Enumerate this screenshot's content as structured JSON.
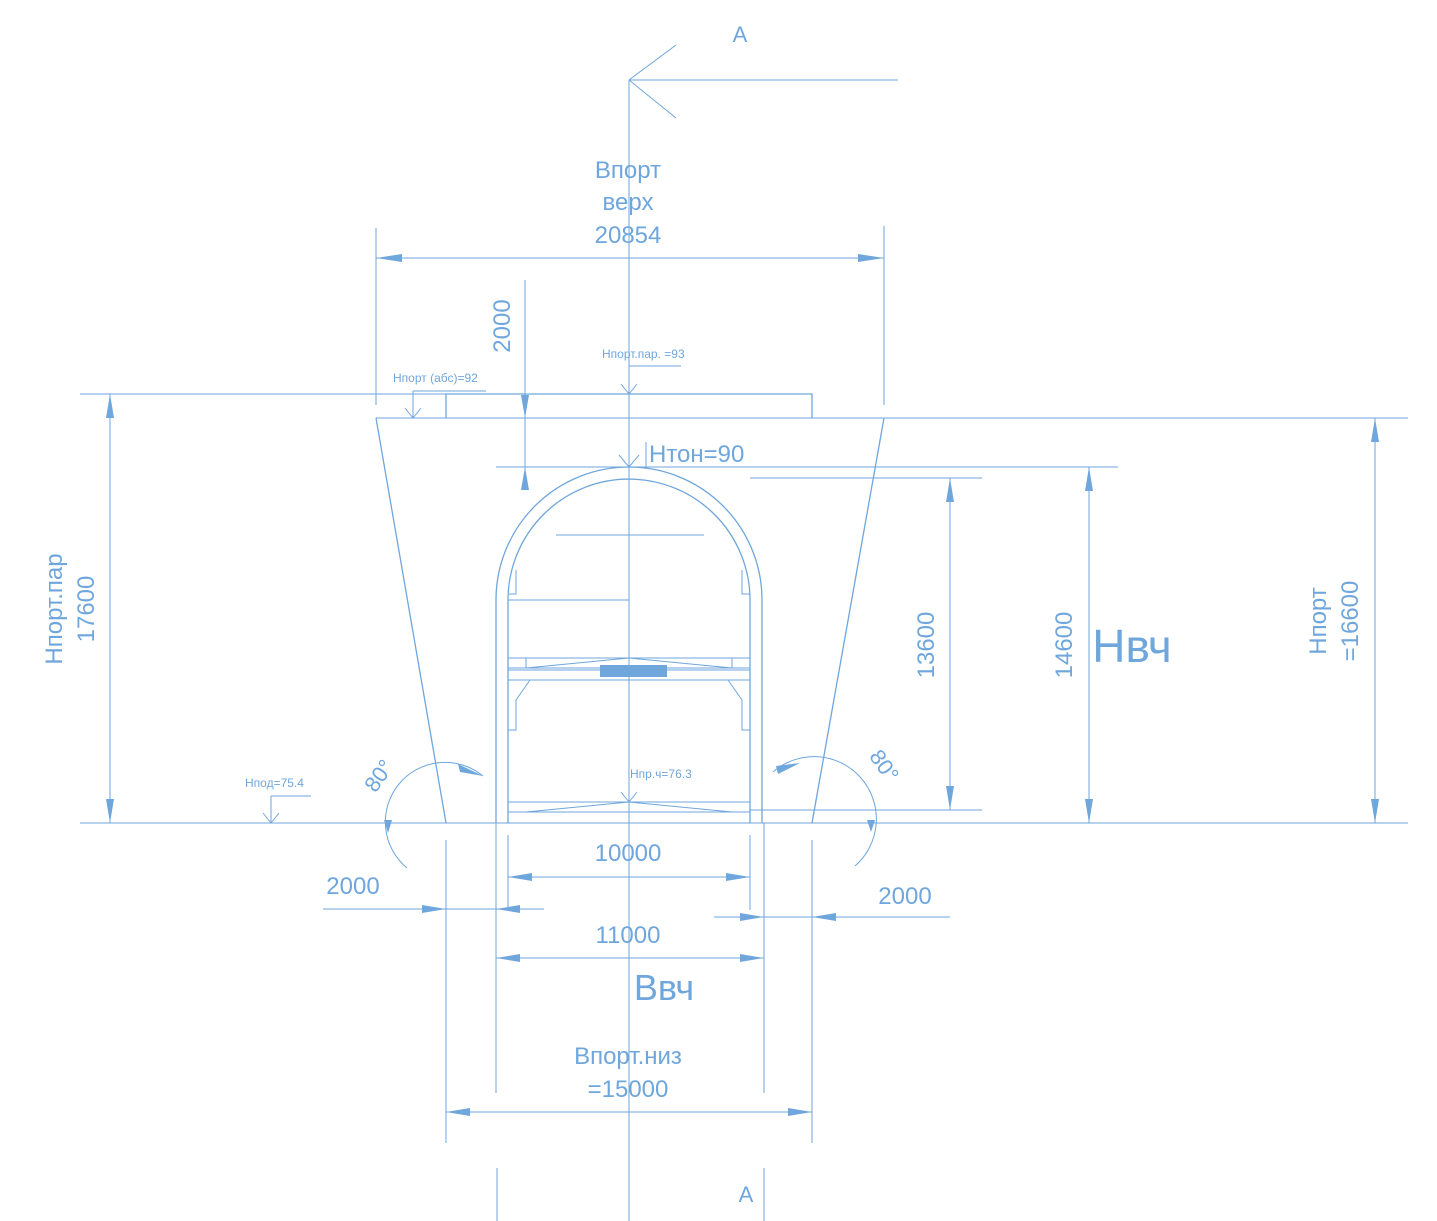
{
  "section": {
    "top_label": "А",
    "bottom_label": "А"
  },
  "labels": {
    "b_port_top_line1": "Впорт",
    "b_port_top_line2": "верх",
    "b_port_top_value": "20854",
    "dim_2000_top": "2000",
    "h_port_par_mark": "Нпорт.пар. =93",
    "h_port_abs_mark": "Нпорт (абс)=92",
    "h_ton": "Нтон=90",
    "h_port_par_line1": "Нпорт.пар",
    "h_port_par_line2": "17600",
    "dim_13600": "13600",
    "dim_14600": "14600",
    "h_vch": "Нвч",
    "h_port_line1": "Нпорт",
    "h_port_line2": "=16600",
    "h_pod_mark": "Нпод=75.4",
    "angle_left": "80°",
    "angle_right": "80°",
    "h_pr_ch_mark": "Нпр.ч=76.3",
    "dim_10000": "10000",
    "dim_2000_left": "2000",
    "dim_2000_right": "2000",
    "dim_11000": "11000",
    "b_vch": "Ввч",
    "b_port_bottom_line1": "Впорт.низ",
    "b_port_bottom_line2": "=15000"
  },
  "colors": {
    "line": "#6fa6dc",
    "background": "#ffffff"
  }
}
